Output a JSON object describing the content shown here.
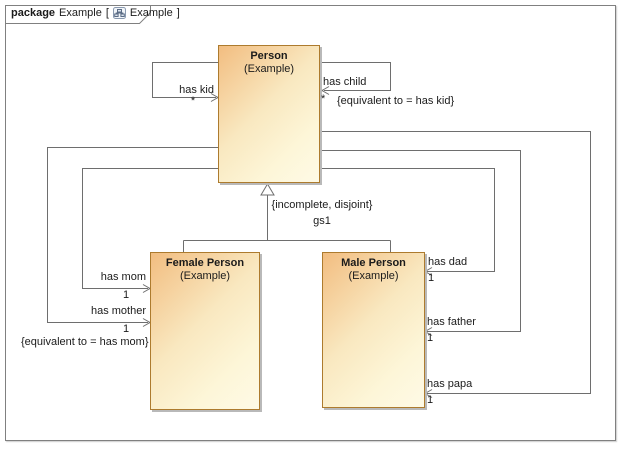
{
  "tab": {
    "keyword": "package",
    "package_name": "Example",
    "open_bracket": "[",
    "diagram_name": "Example",
    "close_bracket": "]"
  },
  "classes": {
    "person": {
      "name": "Person",
      "package": "(Example)"
    },
    "female": {
      "name": "Female Person",
      "package": "(Example)"
    },
    "male": {
      "name": "Male Person",
      "package": "(Example)"
    }
  },
  "associations": {
    "has_kid": {
      "label": "has kid",
      "multiplicity": "*"
    },
    "has_child": {
      "label": "has child",
      "multiplicity": "*",
      "constraint": "{equivalent to = has kid}"
    },
    "has_mom": {
      "label": "has mom",
      "multiplicity": "1"
    },
    "has_mother": {
      "label": "has mother",
      "multiplicity": "1",
      "constraint": "{equivalent to = has mom}"
    },
    "has_dad": {
      "label": "has dad",
      "multiplicity": "1"
    },
    "has_father": {
      "label": "has father",
      "multiplicity": "1"
    },
    "has_papa": {
      "label": "has papa",
      "multiplicity": "1"
    }
  },
  "generalization": {
    "constraint": "{incomplete, disjoint}",
    "name": "gs1"
  },
  "colors": {
    "class_fill_top_left": "#f2bd80",
    "class_fill_bottom_right": "#fefae6",
    "class_border": "#ad7b2e",
    "line": "#6e6e6e",
    "frame_border": "#808080",
    "text": "#1b1b1b"
  }
}
